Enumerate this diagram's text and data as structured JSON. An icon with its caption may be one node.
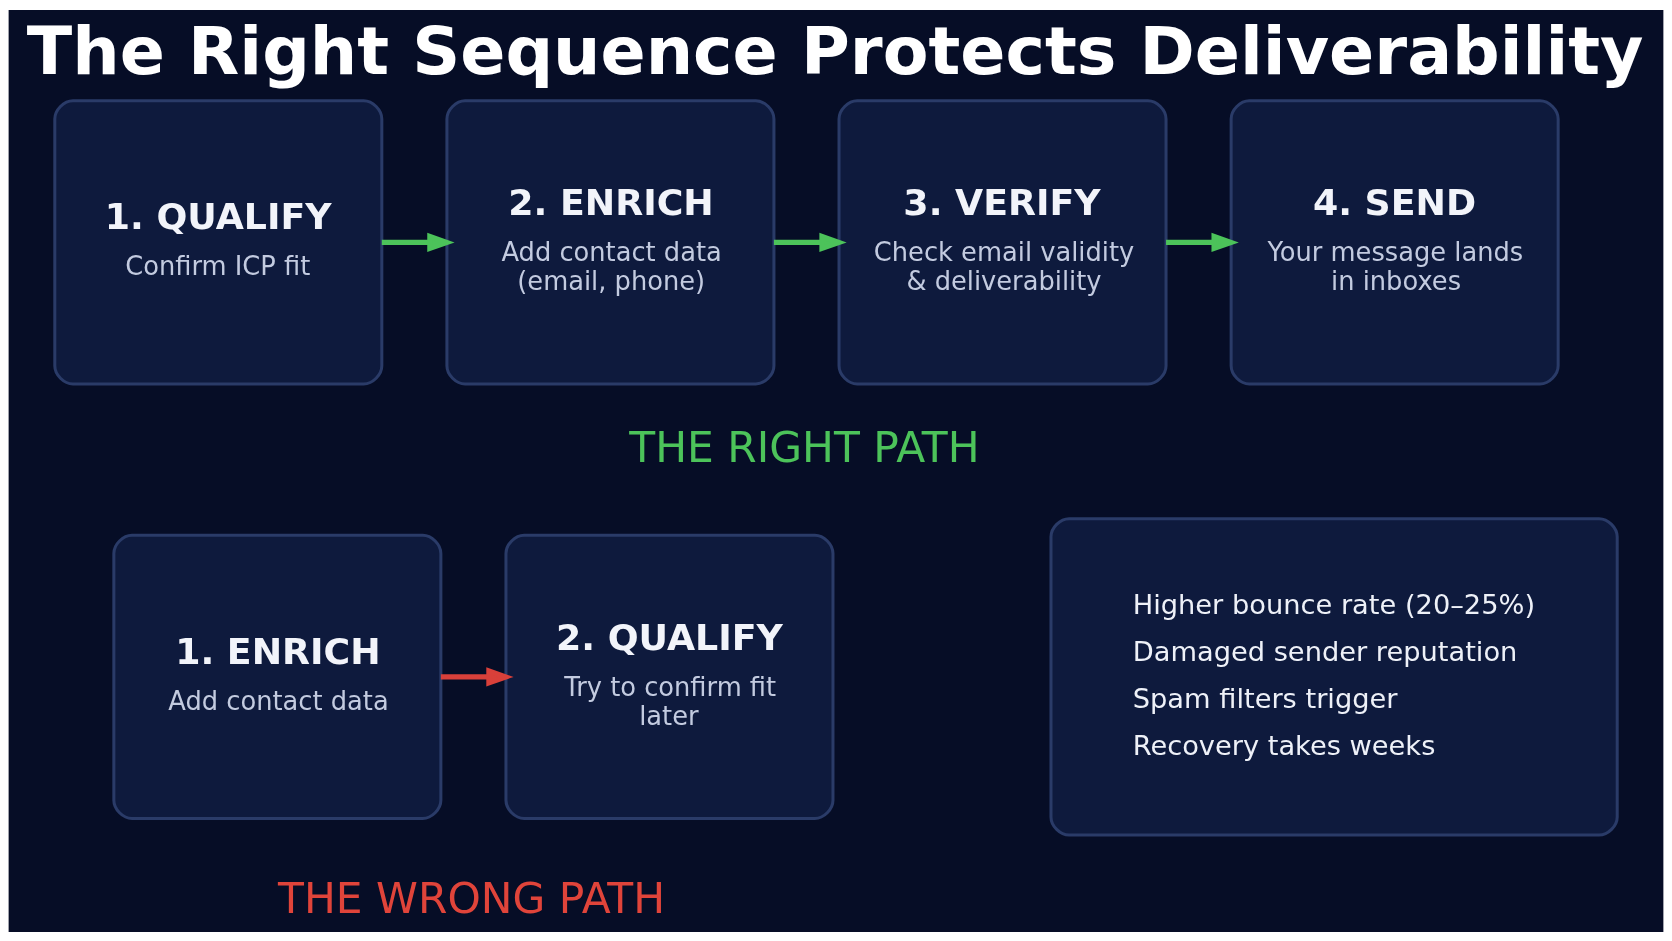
{
  "diagram": {
    "title": "The Right Sequence Protects Deliverability",
    "nodes": [
      {
        "text": [
          "1. QUALIFY",
          "Confirm ICP fit"
        ]
      },
      {
        "text": [
          "2. ENRICH",
          "Add contact data (email, phone)"
        ]
      },
      {
        "text": [
          "3. VERIFY",
          "Check email validity & deliverability"
        ]
      },
      {
        "text": [
          "4. SEND",
          "Your message lands in inboxes"
        ]
      },
      {
        "text": [
          "1. ENRICH",
          "Add contact data"
        ]
      },
      {
        "text": [
          "2. QUALIFY",
          "Try to confirm fit later"
        ]
      },
      {
        "text": [
          "Higher bounce rate (20–25%)",
          "Damaged sender reputation",
          "Spam filters trigger",
          "Recovery takes weeks"
        ]
      }
    ],
    "edges": [
      {
        "from": 0,
        "to": 1,
        "arrow": "to"
      },
      {
        "from": 1,
        "to": 2,
        "arrow": "to"
      },
      {
        "from": 2,
        "to": 3,
        "arrow": "to"
      },
      {
        "from": 4,
        "to": 5,
        "arrow": "to",
        "color": "#d9403a"
      }
    ],
    "labels": [
      "THE RIGHT PATH",
      "THE WRONG PATH"
    ]
  }
}
